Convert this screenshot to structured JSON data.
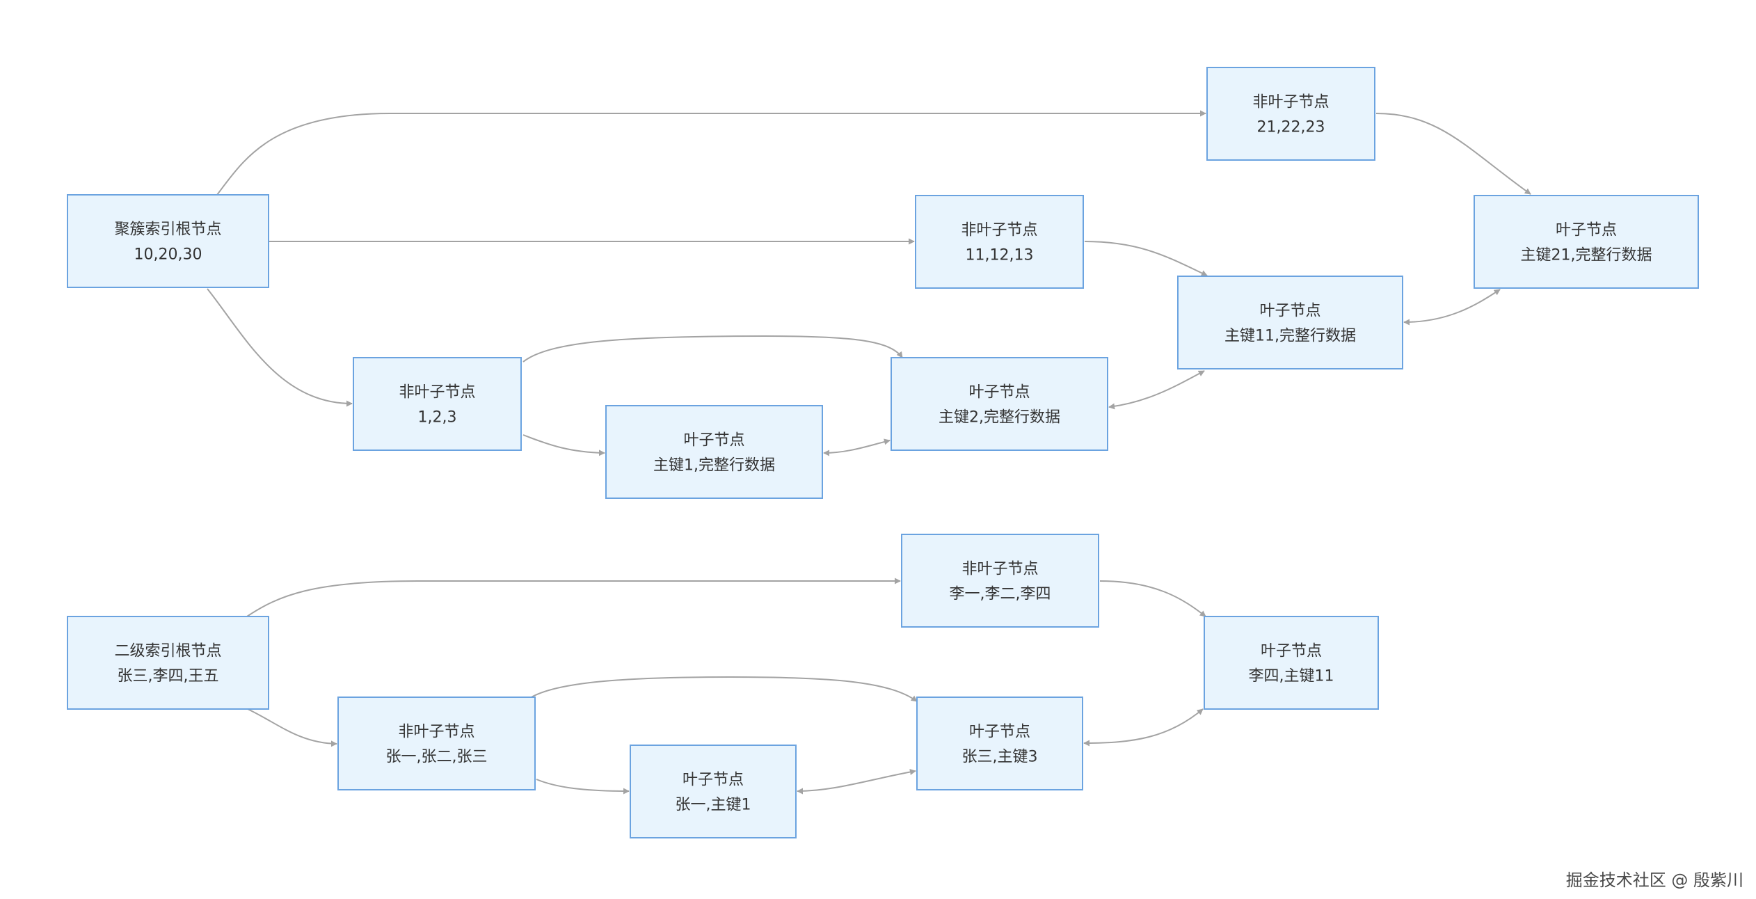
{
  "diagram": {
    "nodes": [
      {
        "id": "n_root1",
        "name": "clustered-index-root-node",
        "lines": [
          "聚簇索引根节点",
          "10,20,30"
        ]
      },
      {
        "id": "n_nl_21",
        "name": "non-leaf-node-21-22-23",
        "lines": [
          "非叶子节点",
          "21,22,23"
        ]
      },
      {
        "id": "n_leaf_21",
        "name": "leaf-node-key-21",
        "lines": [
          "叶子节点",
          "主键21,完整行数据"
        ]
      },
      {
        "id": "n_nl_11",
        "name": "non-leaf-node-11-12-13",
        "lines": [
          "非叶子节点",
          "11,12,13"
        ]
      },
      {
        "id": "n_leaf_11",
        "name": "leaf-node-key-11",
        "lines": [
          "叶子节点",
          "主键11,完整行数据"
        ]
      },
      {
        "id": "n_nl_1",
        "name": "non-leaf-node-1-2-3",
        "lines": [
          "非叶子节点",
          "1,2,3"
        ]
      },
      {
        "id": "n_leaf_2",
        "name": "leaf-node-key-2",
        "lines": [
          "叶子节点",
          "主键2,完整行数据"
        ]
      },
      {
        "id": "n_leaf_1",
        "name": "leaf-node-key-1",
        "lines": [
          "叶子节点",
          "主键1,完整行数据"
        ]
      },
      {
        "id": "n_root2",
        "name": "secondary-index-root-node",
        "lines": [
          "二级索引根节点",
          "张三,李四,王五"
        ]
      },
      {
        "id": "n_nl_li",
        "name": "non-leaf-node-li",
        "lines": [
          "非叶子节点",
          "李一,李二,李四"
        ]
      },
      {
        "id": "n_leaf_li4",
        "name": "leaf-node-lisi",
        "lines": [
          "叶子节点",
          "李四,主键11"
        ]
      },
      {
        "id": "n_nl_zhang",
        "name": "non-leaf-node-zhang",
        "lines": [
          "非叶子节点",
          "张一,张二,张三"
        ]
      },
      {
        "id": "n_leaf_zs",
        "name": "leaf-node-zhangsan",
        "lines": [
          "叶子节点",
          "张三,主键3"
        ]
      },
      {
        "id": "n_leaf_zy",
        "name": "leaf-node-zhangyi",
        "lines": [
          "叶子节点",
          "张一,主键1"
        ]
      }
    ],
    "edges": [
      {
        "from": "n_root1",
        "to": "n_nl_21",
        "bidirectional": false
      },
      {
        "from": "n_root1",
        "to": "n_nl_11",
        "bidirectional": false
      },
      {
        "from": "n_root1",
        "to": "n_nl_1",
        "bidirectional": false
      },
      {
        "from": "n_nl_21",
        "to": "n_leaf_21",
        "bidirectional": false
      },
      {
        "from": "n_nl_11",
        "to": "n_leaf_11",
        "bidirectional": false
      },
      {
        "from": "n_nl_1",
        "to": "n_leaf_2",
        "bidirectional": false
      },
      {
        "from": "n_nl_1",
        "to": "n_leaf_1",
        "bidirectional": false
      },
      {
        "from": "n_leaf_1",
        "to": "n_leaf_2",
        "bidirectional": true
      },
      {
        "from": "n_leaf_2",
        "to": "n_leaf_11",
        "bidirectional": true
      },
      {
        "from": "n_leaf_11",
        "to": "n_leaf_21",
        "bidirectional": true
      },
      {
        "from": "n_root2",
        "to": "n_nl_li",
        "bidirectional": false
      },
      {
        "from": "n_root2",
        "to": "n_nl_zhang",
        "bidirectional": false
      },
      {
        "from": "n_nl_li",
        "to": "n_leaf_li4",
        "bidirectional": false
      },
      {
        "from": "n_nl_zhang",
        "to": "n_leaf_zs",
        "bidirectional": false
      },
      {
        "from": "n_nl_zhang",
        "to": "n_leaf_zy",
        "bidirectional": false
      },
      {
        "from": "n_leaf_zy",
        "to": "n_leaf_zs",
        "bidirectional": true
      },
      {
        "from": "n_leaf_zs",
        "to": "n_leaf_li4",
        "bidirectional": true
      }
    ]
  },
  "colors": {
    "node_fill": "#e8f4fd",
    "node_border": "#6ba3e0",
    "edge": "#a3a3a3",
    "text": "#333333"
  },
  "watermark": "掘金技术社区 @ 殷紫川"
}
